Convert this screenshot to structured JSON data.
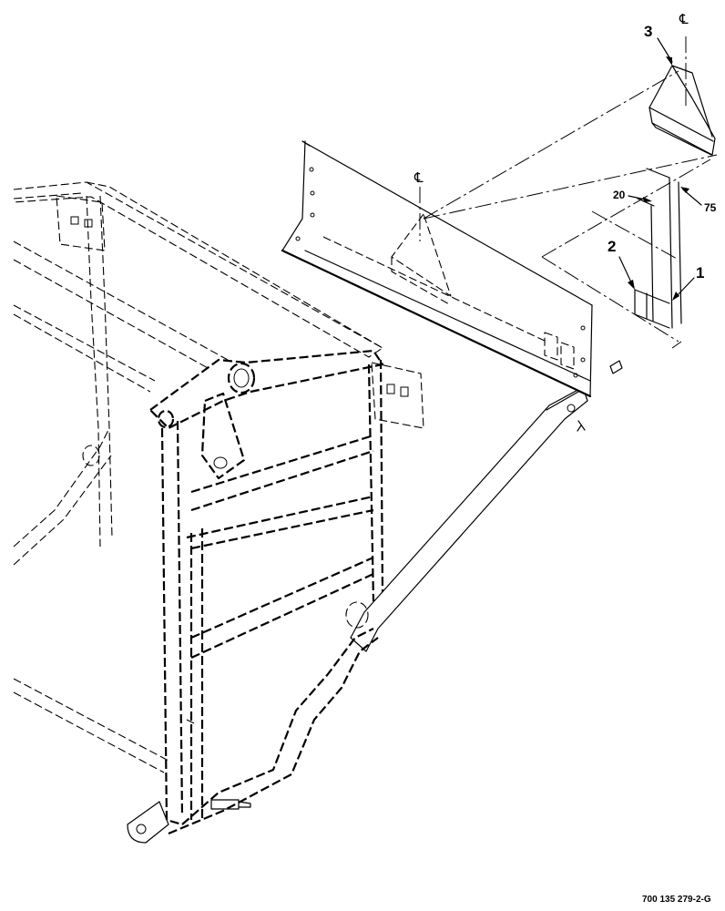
{
  "callouts": {
    "item_1": "1",
    "item_2": "2",
    "item_3": "3"
  },
  "dimensions": {
    "d20": "20",
    "d75": "75"
  },
  "centerline_symbol": "℄",
  "document_number": "700 135 279-2-G",
  "colors": {
    "line": "#000000",
    "background": "#ffffff"
  }
}
